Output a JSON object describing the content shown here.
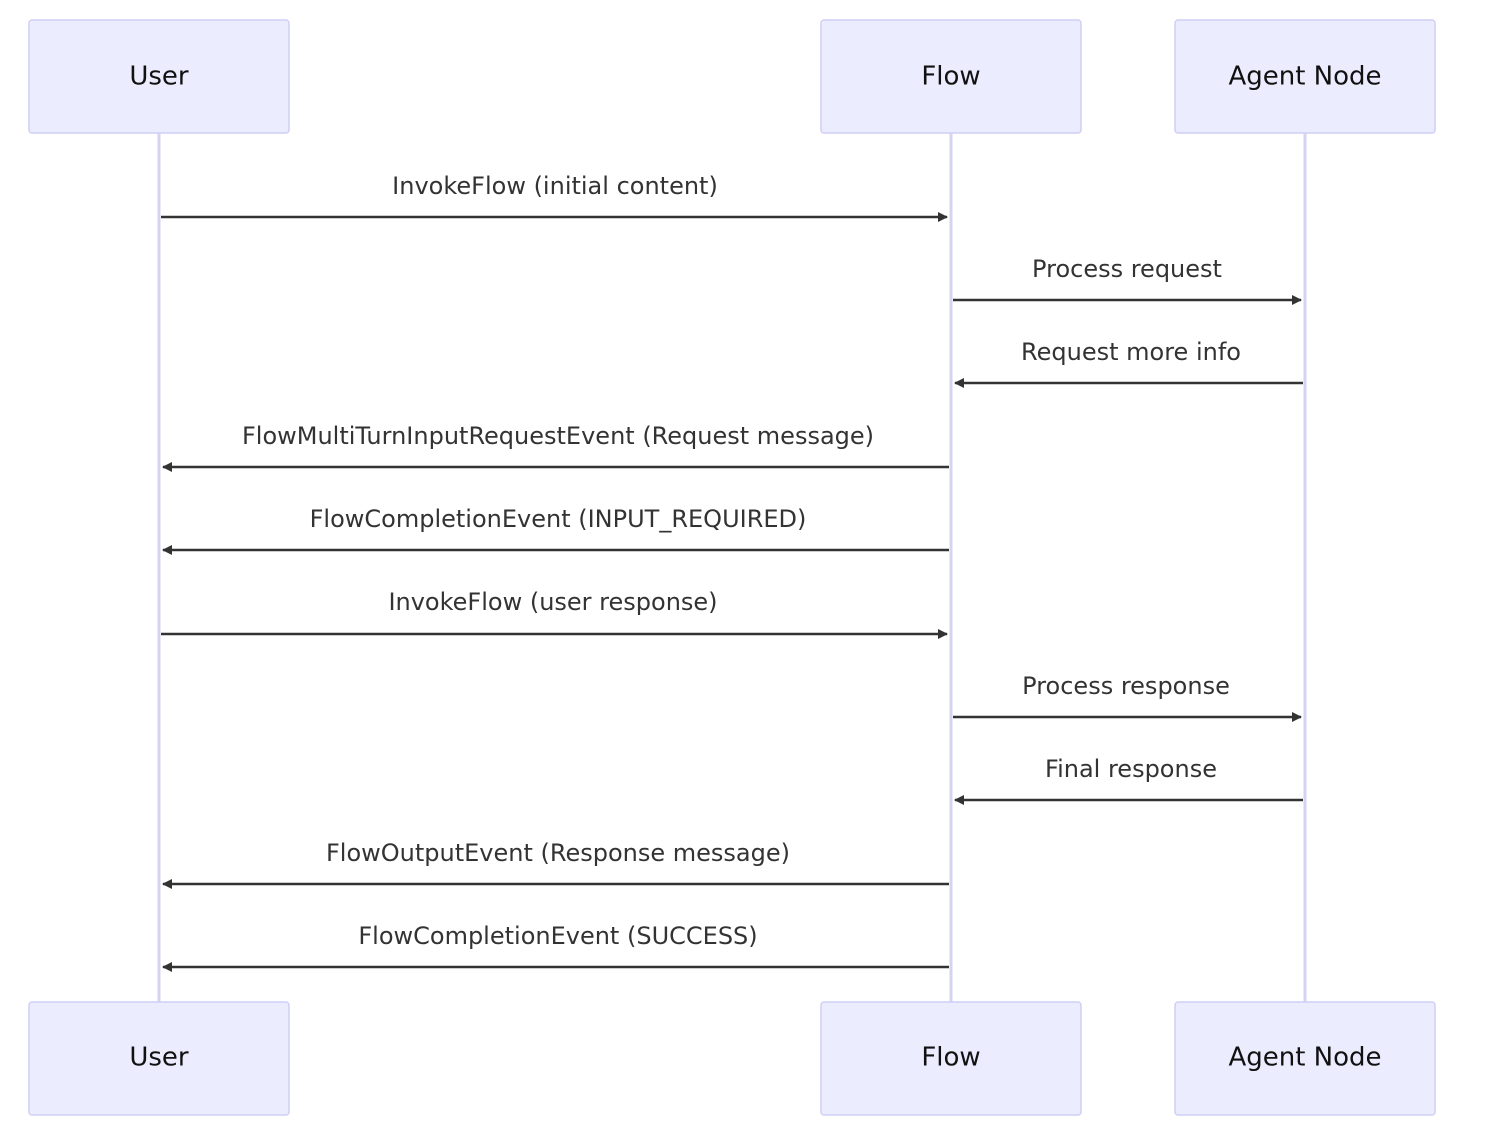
{
  "diagram": {
    "type": "sequence",
    "participants": [
      {
        "id": "user",
        "label": "User"
      },
      {
        "id": "flow",
        "label": "Flow"
      },
      {
        "id": "agent",
        "label": "Agent Node"
      }
    ],
    "messages": [
      {
        "from": "user",
        "to": "flow",
        "label": "InvokeFlow (initial content)"
      },
      {
        "from": "flow",
        "to": "agent",
        "label": "Process request"
      },
      {
        "from": "agent",
        "to": "flow",
        "label": "Request more info"
      },
      {
        "from": "flow",
        "to": "user",
        "label": "FlowMultiTurnInputRequestEvent (Request message)"
      },
      {
        "from": "flow",
        "to": "user",
        "label": "FlowCompletionEvent (INPUT_REQUIRED)"
      },
      {
        "from": "user",
        "to": "flow",
        "label": "InvokeFlow (user response)"
      },
      {
        "from": "flow",
        "to": "agent",
        "label": "Process response"
      },
      {
        "from": "agent",
        "to": "flow",
        "label": "Final response"
      },
      {
        "from": "flow",
        "to": "user",
        "label": "FlowOutputEvent (Response message)"
      },
      {
        "from": "flow",
        "to": "user",
        "label": "FlowCompletionEvent (SUCCESS)"
      }
    ],
    "colors": {
      "actor_fill": "#ECECFF",
      "actor_border": "#CFCFF5",
      "lifeline": "#D4D3F1",
      "arrow": "#333333"
    }
  }
}
